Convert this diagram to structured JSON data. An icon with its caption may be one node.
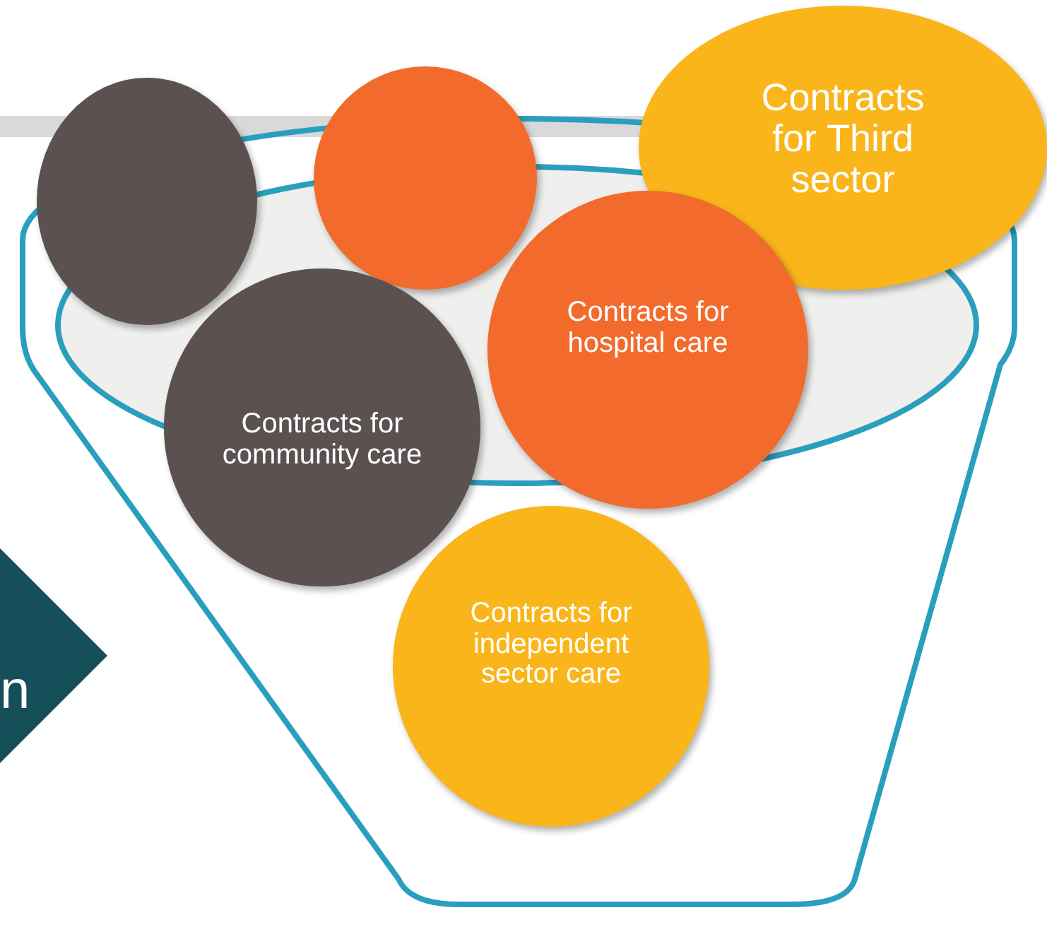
{
  "diagram": {
    "nodes": [
      {
        "text": [],
        "shape": "circle"
      },
      {
        "text": [],
        "shape": "circle"
      },
      {
        "text": [
          "Contracts for Third sector"
        ]
      },
      {
        "text": [
          "Contracts for community care"
        ]
      },
      {
        "text": [
          "Contracts for hospital care"
        ]
      },
      {
        "text": [
          "Contracts for independent sector care"
        ]
      }
    ],
    "edges": [],
    "labels": [
      "n"
    ]
  }
}
